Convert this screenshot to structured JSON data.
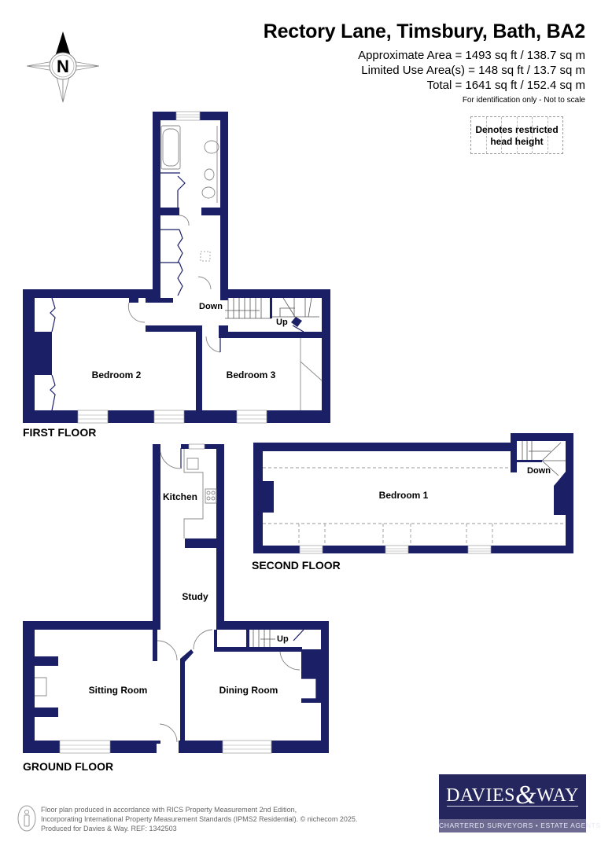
{
  "header": {
    "title": "Rectory Lane, Timsbury, Bath, BA2",
    "approximate_area": "Approximate Area = 1493 sq ft / 138.7 sq m",
    "limited_use_area": "Limited Use Area(s) = 148 sq ft / 13.7 sq m",
    "total_area": "Total = 1641 sq ft / 152.4 sq m",
    "disclaimer": "For identification only - Not to scale"
  },
  "compass": {
    "icon": "north-compass-icon",
    "label": "N"
  },
  "legend": {
    "line1": "Denotes restricted",
    "line2": "head height"
  },
  "colors": {
    "wall": "#1b1f66",
    "fixture_line": "#888888",
    "restricted_dash": "#999999",
    "logo_bg": "#25265e",
    "logo_band": "#6e6b93"
  },
  "floors": {
    "first": {
      "label": "FIRST FLOOR",
      "rooms": [
        {
          "name": "Bedroom 2"
        },
        {
          "name": "Bedroom 3"
        }
      ],
      "stairs": {
        "down": "Down",
        "up": "Up"
      }
    },
    "second": {
      "label": "SECOND FLOOR",
      "rooms": [
        {
          "name": "Bedroom 1"
        }
      ],
      "stairs": {
        "down": "Down"
      }
    },
    "ground": {
      "label": "GROUND FLOOR",
      "rooms": [
        {
          "name": "Kitchen"
        },
        {
          "name": "Study"
        },
        {
          "name": "Sitting Room"
        },
        {
          "name": "Dining Room"
        }
      ],
      "stairs": {
        "up": "Up"
      }
    }
  },
  "footer": {
    "line1": "Floor plan produced in accordance with RICS Property Measurement 2nd Edition,",
    "line2": "Incorporating International Property Measurement Standards (IPMS2 Residential).   © nichecom 2025.",
    "line3": "Produced for Davies & Way.    REF: 1342503"
  },
  "logo": {
    "left": "DAVIES",
    "amp": "&",
    "right": "WAY",
    "tagline": "CHARTERED SURVEYORS • ESTATE AGENTS"
  }
}
